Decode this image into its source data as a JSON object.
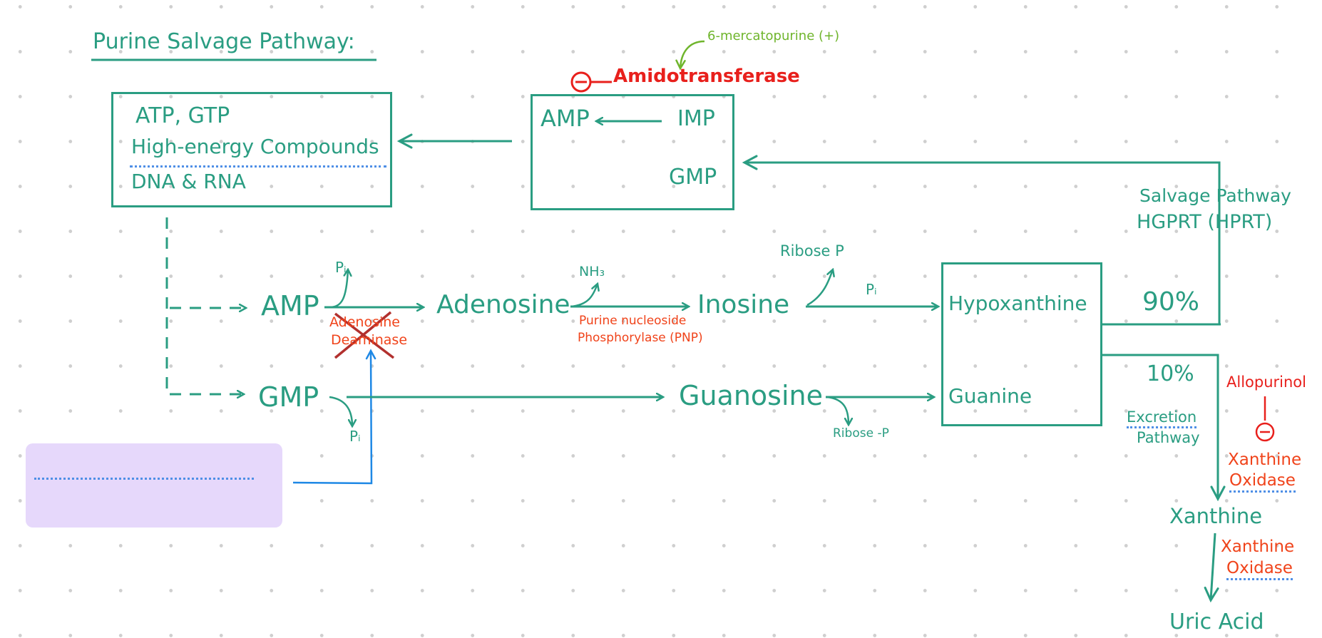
{
  "title": "Purine Salvage Pathway:",
  "colors": {
    "main": "#2a9d82",
    "inhibitor": "#e8201c",
    "enzyme": "#f0431a",
    "drug": "#6fb52c",
    "blue": "#1e88e5",
    "note_background": "#e6d8fb"
  },
  "top_left_box": {
    "line1": "ATP, GTP",
    "line2": "High-energy Compounds",
    "line3": "DNA & RNA"
  },
  "top_mid_box": {
    "amp": "AMP",
    "imp": "IMP",
    "gmp": "GMP"
  },
  "amidotransferase": {
    "label": "Amidotransferase",
    "inhibit_symbol": "−"
  },
  "drug_6mp": "6-mercatopurine (+)",
  "salvage": {
    "line1": "Salvage Pathway",
    "line2": "HGPRT (HPRT)"
  },
  "row_amp": {
    "amp": "AMP",
    "pi": "Pᵢ",
    "adenosine": "Adenosine",
    "nh3": "NH₃",
    "inosine": "Inosine",
    "ribose_p": "Ribose P",
    "pi2": "Pᵢ"
  },
  "adenosine_deaminase": {
    "line1": "Adenosine",
    "line2": "Deaminase"
  },
  "pnp": {
    "line1": "Purine nucleoside",
    "line2": "Phosphorylase (PNP)"
  },
  "row_gmp": {
    "gmp": "GMP",
    "pi": "Pᵢ",
    "guanosine": "Guanosine",
    "ribose_p": "Ribose -P"
  },
  "hg_box": {
    "hypoxanthine": "Hypoxanthine",
    "guanine": "Guanine"
  },
  "percent_90": "90%",
  "percent_10": "10%",
  "excretion": {
    "line1": "Excretion",
    "line2": "Pathway"
  },
  "allopurinol": "Allopurinol",
  "allo_symbol": "−",
  "xanthine_oxidase_1": {
    "line1": "Xanthine",
    "line2": "Oxidase"
  },
  "xanthine": "Xanthine",
  "xanthine_oxidase_2": {
    "line1": "Xanthine",
    "line2": "Oxidase"
  },
  "uric_acid": "Uric Acid"
}
